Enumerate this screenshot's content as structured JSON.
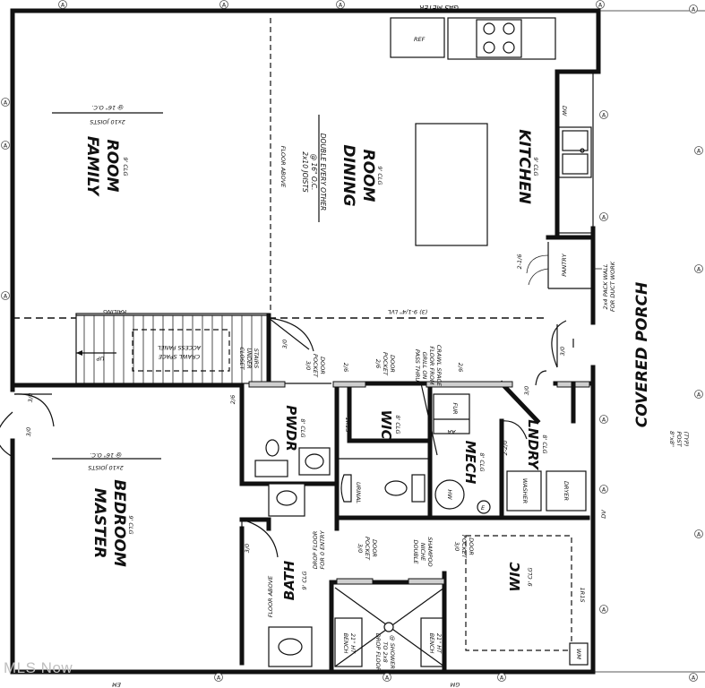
{
  "rooms": {
    "family": {
      "name_1": "FAMILY",
      "name_2": "ROOM",
      "clg": "9' CLG",
      "joists_1": "2x10 JOISTS",
      "joists_2": "@ 16\" O.C."
    },
    "dining": {
      "name_1": "DINING",
      "name_2": "ROOM",
      "clg": "9' CLG",
      "joists_1": "2x10 JOISTS",
      "joists_2": "@ 16\" O.C.",
      "joists_3": "DOUBLE EVERY OTHER"
    },
    "kitchen": {
      "name": "KITCHEN",
      "clg": "9' CLG"
    },
    "covered_porch": {
      "name": "COVERED PORCH",
      "post_1": "8\"x8\"",
      "post_2": "POST",
      "post_3": "(TYP)"
    },
    "master": {
      "name_1": "MASTER",
      "name_2": "BEDROOM",
      "clg": "9' CLG",
      "joists_1": "2x10 JOISTS",
      "joists_2": "@ 16\" O.C."
    },
    "pwdr": {
      "name": "PWDR",
      "clg": "8' CLG"
    },
    "wic_hall": {
      "name": "WIC",
      "clg": "8' CLG"
    },
    "mech": {
      "name": "MECH",
      "clg": "8' CLG"
    },
    "lndry": {
      "name": "LNDRY",
      "clg": "8' CLG"
    },
    "bath": {
      "name": "BATH",
      "clg": "9' CLG"
    },
    "wic_master": {
      "name": "WIC",
      "clg": "9' CLG"
    }
  },
  "labels": {
    "gas_meter": "GAS METER",
    "ref": "REF",
    "dw": "DW",
    "floor_above_1": "FLOOR ABOVE",
    "floor_above_2": "FLOOR ABOVE",
    "pantry": "PANTRY",
    "pack_wall_1": "2x4 PACK WALL",
    "pack_wall_2": "FOR DUCT WORK",
    "door_2_1_6": "2-1/6",
    "lvl": "(3) 9-1/4\" LVL",
    "railing": "RAILING",
    "up": "UP",
    "crawl_1": "CRAWL SPACE",
    "crawl_2": "ACCESS PANEL",
    "closet_1": "CLOSET",
    "closet_2": "UNDER",
    "closet_3": "STAIRS",
    "d_3_0_closet": "3/0",
    "d_3_0_entry": "3/0",
    "d_3_0_master": "3/0",
    "d_3_0_porch_1": "3/0",
    "d_3_0_porch_2": "3/0",
    "d_3_0_bath": "3/0",
    "d_2_6_a": "2/6",
    "d_2_6_b": "2/6",
    "d_2_6_c": "2/6",
    "d_2_2_0": "2-2/0",
    "pocket_a_1": "3/0",
    "pocket_a_2": "POCKET",
    "pocket_a_3": "DOOR",
    "pocket_b_1": "2/6",
    "pocket_b_2": "POCKET",
    "pocket_b_3": "DOOR",
    "pass_1": "PASS THRU",
    "pass_2": "GRILL ON",
    "pass_3": "FLOOR FROM",
    "pass_4": "CRAWL SPACE",
    "one_r1s_a": "1R1S",
    "one_r1s_b": "1R1S",
    "fur": "FUR",
    "aa": "AA",
    "hw": "HW",
    "e": "E",
    "washer": "WASHER",
    "dryer": "DRYER",
    "dv": "DV",
    "urinal": "URINAL",
    "drop_1": "DROP FLOOR",
    "drop_2": "FOR 0 ENTRY",
    "pocket_c_1": "3/0",
    "pocket_c_2": "POCKET",
    "pocket_c_3": "DOOR",
    "niche_1": "DOUBLE",
    "niche_2": "NICHE",
    "niche_3": "SHAMPOO",
    "pocket_d_1": "3/0",
    "pocket_d_2": "POCKET",
    "pocket_d_3": "DOOR",
    "bench_1a": "BENCH",
    "bench_1b": "21\" HT",
    "bench_2a": "BENCH",
    "bench_2b": "21\" HT",
    "shower_1": "DROP FLOOR",
    "shower_2": "TO 2x8",
    "shower_3": "@ SHOWER",
    "wm": "WM",
    "em": "EM",
    "gm": "GM",
    "a_marker": "A"
  },
  "watermark": "MLS Now"
}
